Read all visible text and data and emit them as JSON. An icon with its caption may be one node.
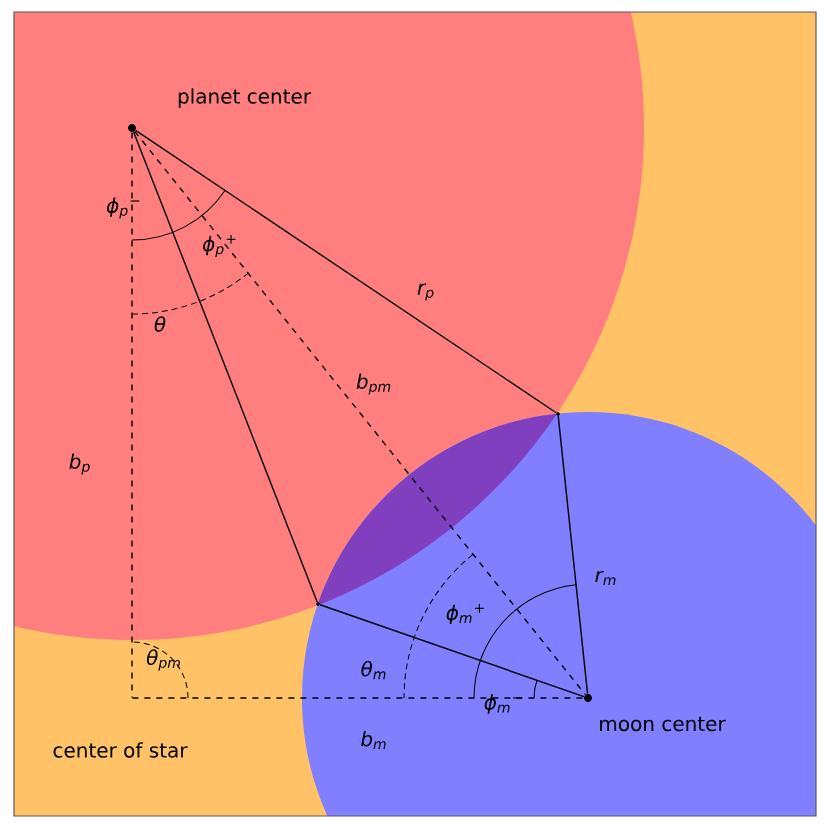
{
  "diagram": {
    "nodes": [
      {
        "text": [
          "planet center"
        ]
      },
      {
        "text": [
          "center of star"
        ]
      },
      {
        "text": [
          "moon center"
        ]
      },
      {
        "text": [],
        "shape": "point"
      },
      {
        "text": [],
        "shape": "point"
      }
    ],
    "edges": [
      {
        "from": 0,
        "to": 3,
        "arrow": "none",
        "label": "r$_{p}$"
      },
      {
        "from": 0,
        "to": 4,
        "arrow": "none"
      },
      {
        "from": 0,
        "to": 2,
        "arrow": "none",
        "style": "dashed",
        "label": "b$_{pm}$"
      },
      {
        "from": 0,
        "to": 1,
        "arrow": "none",
        "style": "dashed",
        "label": "b$_{p}$"
      },
      {
        "from": 1,
        "to": 2,
        "arrow": "none",
        "style": "dashed",
        "label": "b$_{m}$"
      },
      {
        "from": 2,
        "to": 3,
        "arrow": "none",
        "label": "r$_{m}$"
      },
      {
        "from": 2,
        "to": 4,
        "arrow": "none"
      }
    ],
    "labels": [
      "ϕ$_{p}$$^{−}$",
      "ϕ$_{p}$$^{+}$",
      "θ",
      "θ$_{pm}$",
      "ϕ$_{m}$$^{+}$",
      "θ$_{m}$",
      "ϕ$_{m}$$^{−}$"
    ]
  }
}
